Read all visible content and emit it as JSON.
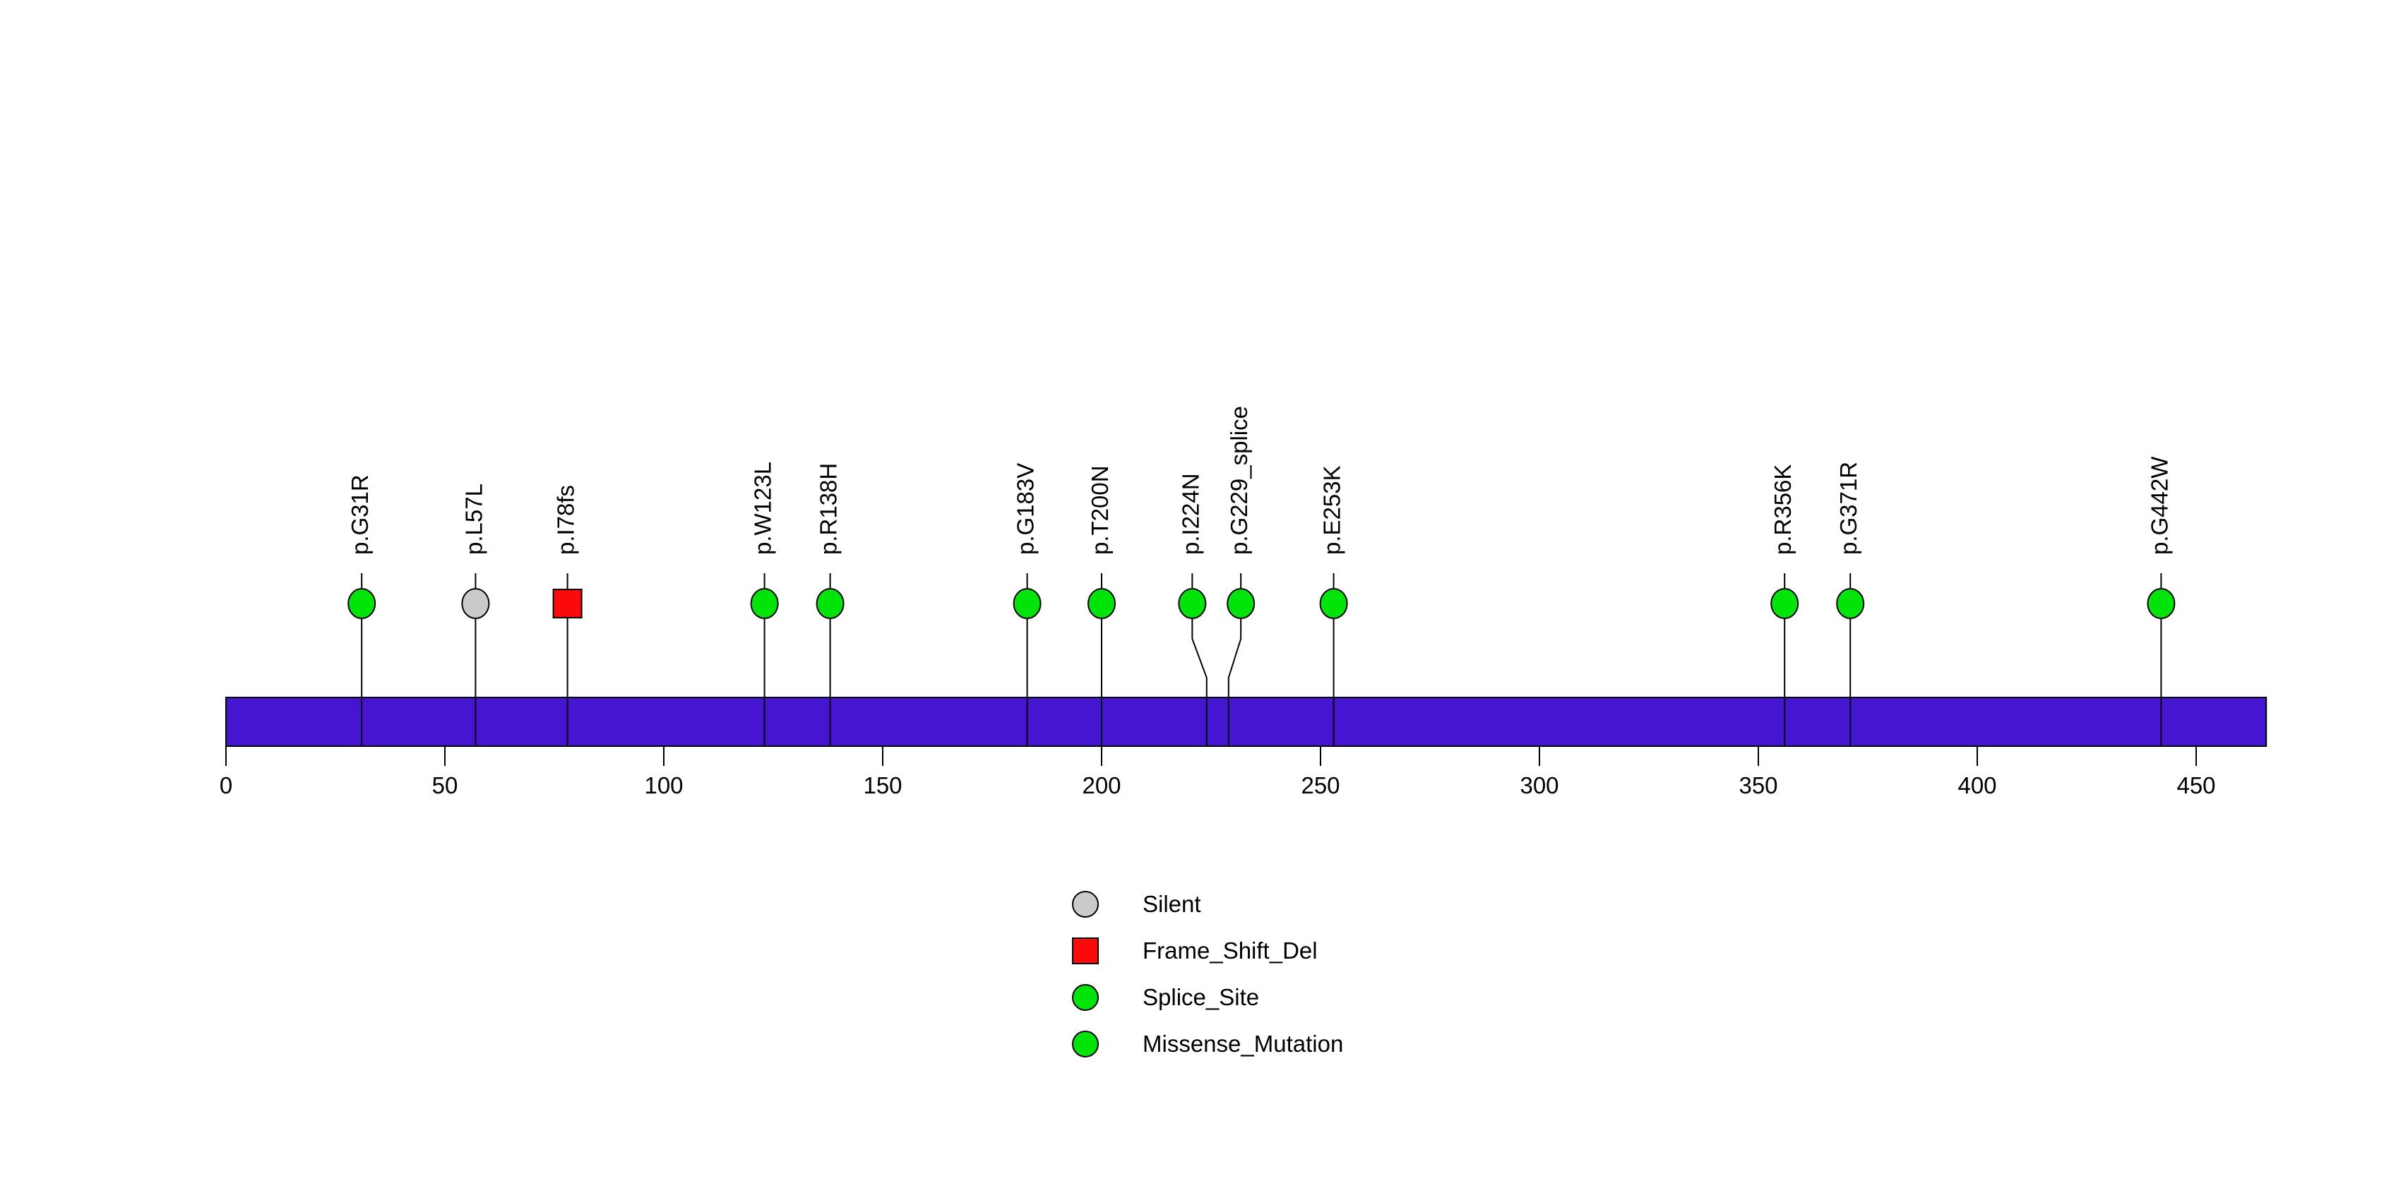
{
  "chart_data": {
    "type": "lollipop",
    "title": "",
    "xlabel": "",
    "ylabel": "",
    "axis": {
      "min": 0,
      "max": 466,
      "ticks": [
        0,
        50,
        100,
        150,
        200,
        250,
        300,
        350,
        400,
        450
      ]
    },
    "grid": false,
    "legend_position": "bottom-center",
    "colors": {
      "protein_bar": "#4615D2",
      "Silent": "#CACACA",
      "Frame_Shift_Del": "#FA0A0A",
      "Splice_Site": "#00E40A",
      "Missense_Mutation": "#00E40A",
      "stroke": "#000000"
    },
    "mutations": [
      {
        "label": "p.G31R",
        "pos": 31,
        "type": "Missense_Mutation",
        "shape": "circle"
      },
      {
        "label": "p.L57L",
        "pos": 57,
        "type": "Silent",
        "shape": "circle"
      },
      {
        "label": "p.I78fs",
        "pos": 78,
        "type": "Frame_Shift_Del",
        "shape": "square"
      },
      {
        "label": "p.W123L",
        "pos": 123,
        "type": "Missense_Mutation",
        "shape": "circle"
      },
      {
        "label": "p.R138H",
        "pos": 138,
        "type": "Missense_Mutation",
        "shape": "circle"
      },
      {
        "label": "p.G183V",
        "pos": 183,
        "type": "Missense_Mutation",
        "shape": "circle"
      },
      {
        "label": "p.T200N",
        "pos": 200,
        "type": "Missense_Mutation",
        "shape": "circle"
      },
      {
        "label": "p.I224N",
        "pos": 224,
        "type": "Missense_Mutation",
        "shape": "circle",
        "display_pos": 220.7
      },
      {
        "label": "p.G229_splice",
        "pos": 229,
        "type": "Splice_Site",
        "shape": "circle",
        "display_pos": 231.8
      },
      {
        "label": "p.E253K",
        "pos": 253,
        "type": "Missense_Mutation",
        "shape": "circle"
      },
      {
        "label": "p.R356K",
        "pos": 356,
        "type": "Missense_Mutation",
        "shape": "circle"
      },
      {
        "label": "p.G371R",
        "pos": 371,
        "type": "Missense_Mutation",
        "shape": "circle"
      },
      {
        "label": "p.G442W",
        "pos": 442,
        "type": "Missense_Mutation",
        "shape": "circle"
      }
    ],
    "legend": [
      {
        "label": "Silent",
        "shape": "circle",
        "type": "Silent"
      },
      {
        "label": "Frame_Shift_Del",
        "shape": "square",
        "type": "Frame_Shift_Del"
      },
      {
        "label": "Splice_Site",
        "shape": "circle",
        "type": "Splice_Site"
      },
      {
        "label": "Missense_Mutation",
        "shape": "circle",
        "type": "Missense_Mutation"
      }
    ]
  }
}
